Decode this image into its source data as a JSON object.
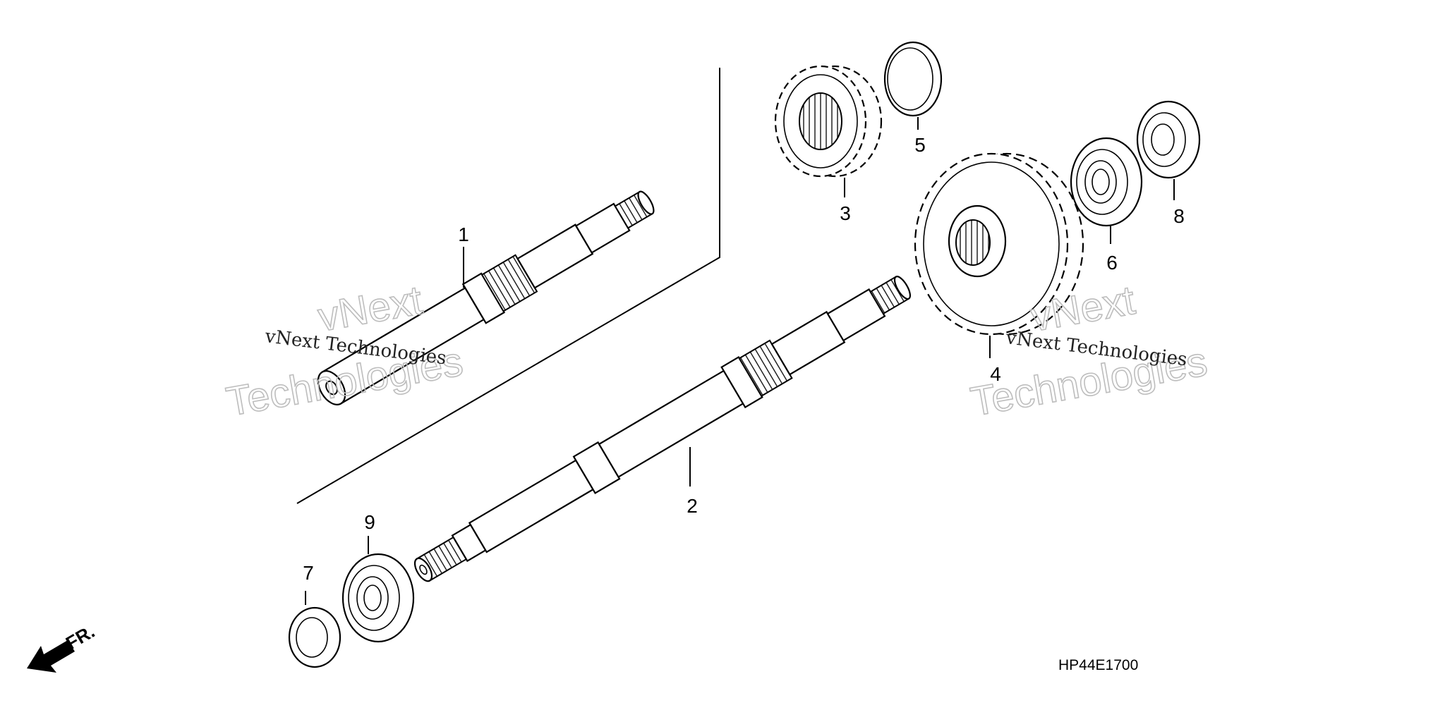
{
  "diagram_code": "HP44E1700",
  "direction_marker": "FR.",
  "watermark": {
    "line_small": "vNext Technologies",
    "line_big_1": "vNext",
    "line_big_2": "Technologies"
  },
  "callouts": [
    {
      "id": "1",
      "label": "1"
    },
    {
      "id": "2",
      "label": "2"
    },
    {
      "id": "3",
      "label": "3"
    },
    {
      "id": "4",
      "label": "4"
    },
    {
      "id": "5",
      "label": "5"
    },
    {
      "id": "6",
      "label": "6"
    },
    {
      "id": "7",
      "label": "7"
    },
    {
      "id": "8",
      "label": "8"
    },
    {
      "id": "9",
      "label": "9"
    }
  ]
}
